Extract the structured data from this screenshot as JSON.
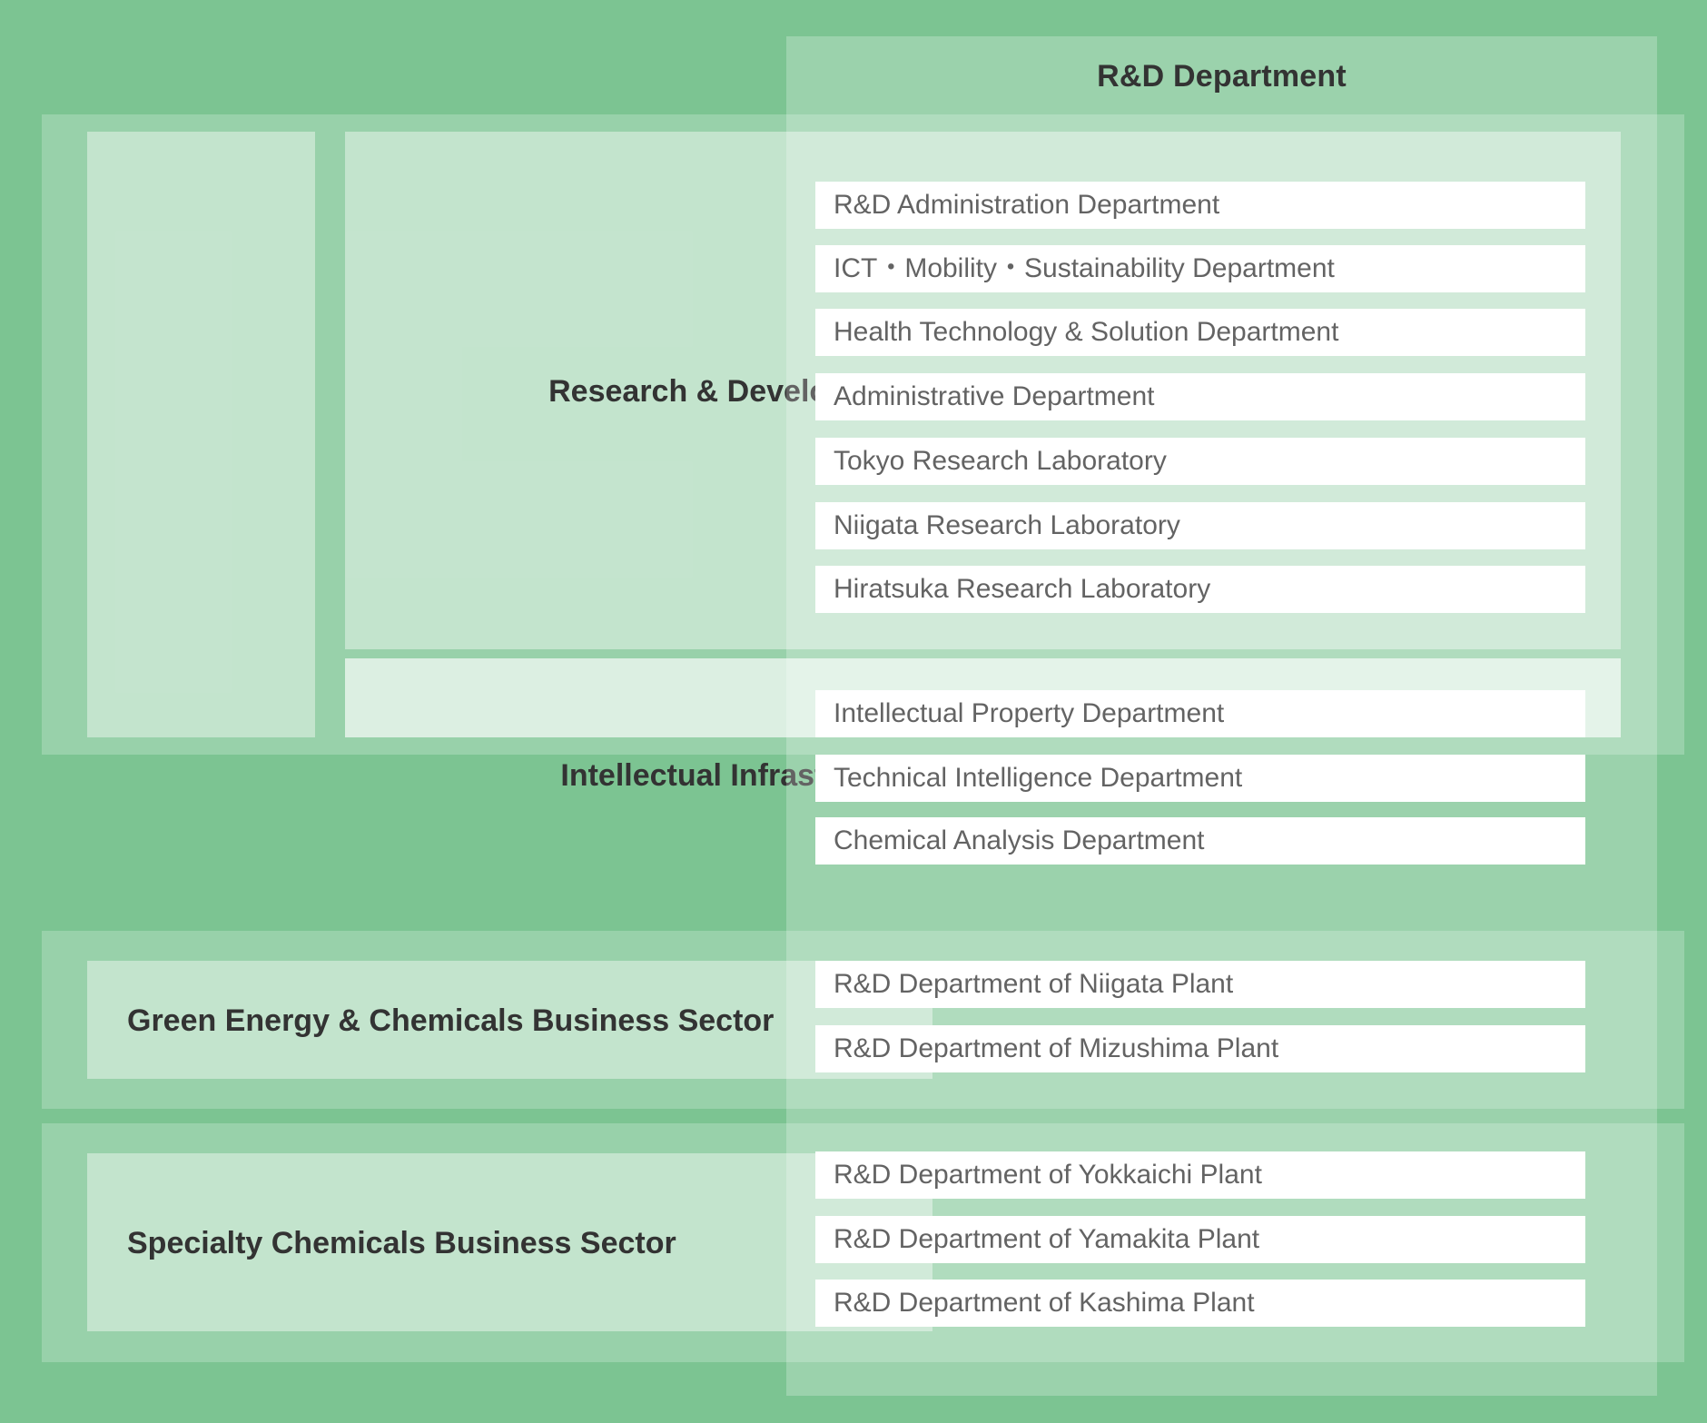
{
  "colors": {
    "background_green": "#7cc492",
    "panel_overlay": "rgba(255,255,255,0.22)",
    "subpanel_overlay": "rgba(255,255,255,0.42)",
    "leaf_box": "#ffffff",
    "text": "#333333"
  },
  "rd_column": {
    "header": "R&D Department"
  },
  "groups": [
    {
      "id": "research-development",
      "blocks": [
        {
          "id": "empty-left-column",
          "label": ""
        },
        {
          "id": "research-development-division",
          "label": "Research & Development Division",
          "departments": [
            "R&D Administration Department",
            "ICT・Mobility・Sustainability Department",
            "Health Technology & Solution Department",
            "Administrative Department",
            "Tokyo Research Laboratory",
            "Niigata Research Laboratory",
            "Hiratsuka Research Laboratory"
          ]
        },
        {
          "id": "intellectual-infrastructure-center",
          "label": "Intellectual Infrastructure Center",
          "departments": [
            "Intellectual Property Department",
            "Technical Intelligence Department",
            "Chemical Analysis Department"
          ]
        }
      ]
    },
    {
      "id": "green-energy-chemicals",
      "label": "Green Energy & Chemicals Business Sector",
      "departments": [
        "R&D Department of Niigata Plant",
        "R&D Department of Mizushima Plant"
      ]
    },
    {
      "id": "specialty-chemicals",
      "label": "Specialty Chemicals Business Sector",
      "departments": [
        "R&D Department of Yokkaichi Plant",
        "R&D Department of Yamakita Plant",
        "R&D Department of Kashima Plant"
      ]
    }
  ]
}
